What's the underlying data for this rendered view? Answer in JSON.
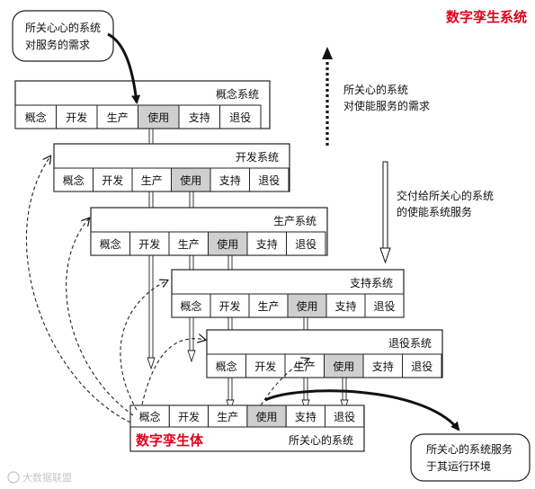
{
  "title": "数字孪生系统",
  "colors": {
    "accent_red": "#e0001b",
    "highlight_cell": "#cfcfcf",
    "line": "#222222"
  },
  "stages": [
    "概念",
    "开发",
    "生产",
    "使用",
    "支持",
    "退役"
  ],
  "systems": [
    {
      "name": "概念系统",
      "highlight": 3
    },
    {
      "name": "开发系统",
      "highlight": 3
    },
    {
      "name": "生产系统",
      "highlight": 3
    },
    {
      "name": "支持系统",
      "highlight": 3
    },
    {
      "name": "退役系统",
      "highlight": 3
    }
  ],
  "twin": {
    "name": "数字孪生体",
    "system_label": "所关心的系统",
    "highlight": 3
  },
  "callouts": {
    "top_left": [
      "所关心心的系统",
      "对服务的需求"
    ],
    "bottom_right": [
      "所关心的系统服务",
      "于其运行环境"
    ]
  },
  "annotations": {
    "dotted": [
      "所关心的系统",
      "对使能服务的需求"
    ],
    "solid": [
      "交付给所关心的系统",
      "的使能系统服务"
    ]
  },
  "watermark": "大数据联盟"
}
